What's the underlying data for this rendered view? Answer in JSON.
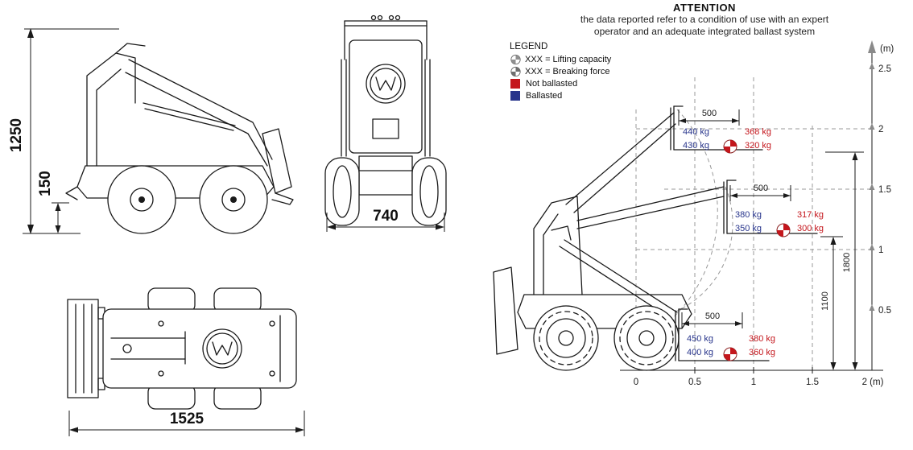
{
  "drawings": {
    "side_view": {
      "height_mm": "1250",
      "clearance_mm": "150"
    },
    "front_view": {
      "width_mm": "740"
    },
    "top_view": {
      "length_mm": "1525"
    }
  },
  "attention": {
    "title": "ATTENTION",
    "line1": "the data reported refer to a condition of use with an expert",
    "line2": "operator and an adequate integrated ballast system"
  },
  "legend": {
    "title": "LEGEND",
    "lifting_capacity": "XXX = Lifting capacity",
    "breaking_force": "XXX = Breaking force",
    "not_ballasted": "Not ballasted",
    "ballasted": "Ballasted"
  },
  "chart": {
    "y_unit": "(m)",
    "y_ticks": [
      "2.5",
      "2",
      "1.5",
      "1",
      "0.5"
    ],
    "x_ticks": [
      "0",
      "0.5",
      "1",
      "1.5",
      "2 (m)"
    ],
    "height_dims": {
      "upper": "1800",
      "lower": "1100"
    },
    "load_points": [
      {
        "reach": "500",
        "ballasted_lifting": "440 kg",
        "ballasted_breaking": "430 kg",
        "not_ballasted_lifting": "368 kg",
        "not_ballasted_breaking": "320 kg"
      },
      {
        "reach": "500",
        "ballasted_lifting": "380 kg",
        "ballasted_breaking": "350 kg",
        "not_ballasted_lifting": "317 kg",
        "not_ballasted_breaking": "300 kg"
      },
      {
        "reach": "500",
        "ballasted_lifting": "450 kg",
        "ballasted_breaking": "400 kg",
        "not_ballasted_lifting": "380 kg",
        "not_ballasted_breaking": "360 kg"
      }
    ],
    "colors": {
      "ballasted": "#27348b",
      "not_ballasted": "#c4161c"
    }
  }
}
